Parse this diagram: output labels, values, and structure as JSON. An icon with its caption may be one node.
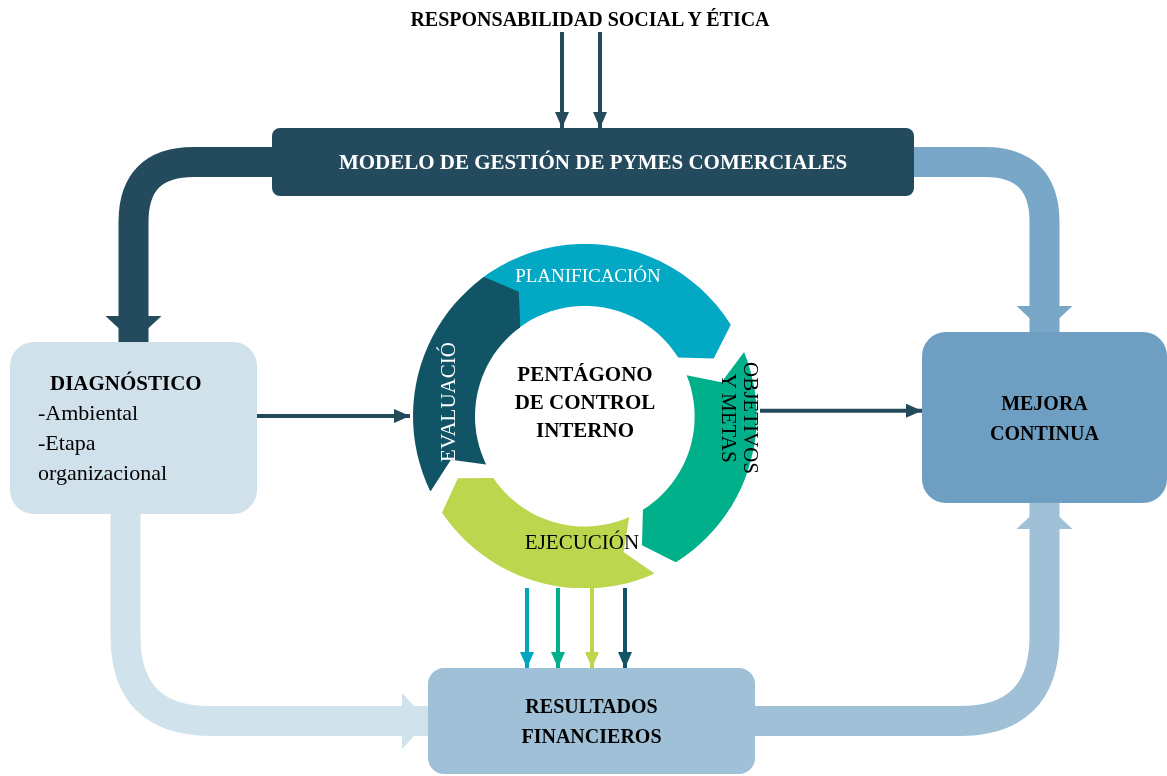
{
  "diagram": {
    "nodes": [
      {
        "text": [
          "RESPONSABILIDAD SOCIAL Y ÉTICA"
        ]
      },
      {
        "text": [
          "MODELO DE GESTIÓN DE PYMES COMERCIALES"
        ]
      },
      {
        "text": [
          "DIAGNÓSTICO",
          "-Ambiental",
          "-Etapa organizacional"
        ]
      },
      {
        "text": [
          "PENTÁGONO DE CONTROL INTERNO"
        ]
      },
      {
        "text": [
          "PLANIFICACIÓN"
        ],
        "in": 3
      },
      {
        "text": [
          "OBJETIVOS Y METAS"
        ],
        "in": 3
      },
      {
        "text": [
          "EJECUCIÓN"
        ],
        "in": 3
      },
      {
        "text": [
          "EVALUACIÓ"
        ],
        "in": 3
      },
      {
        "text": [
          "MEJORA CONTINUA"
        ]
      },
      {
        "text": [
          "RESULTADOS FINANCIEROS"
        ]
      }
    ],
    "edges": [
      {
        "from": 0,
        "to": 1,
        "arrow": "to",
        "color": "#244a5e"
      },
      {
        "from": 0,
        "to": 1,
        "arrow": "to",
        "color": "#244a5e"
      },
      {
        "from": 1,
        "to": 2,
        "arrow": "to",
        "style": "thick",
        "color": "#244a5e"
      },
      {
        "from": 1,
        "to": 8,
        "arrow": "to",
        "style": "thick",
        "color": "#79a7c8"
      },
      {
        "from": 2,
        "to": 3,
        "arrow": "to",
        "color": "#244a5e"
      },
      {
        "from": 3,
        "to": 8,
        "arrow": "to",
        "color": "#244a5e"
      },
      {
        "from": 2,
        "to": 9,
        "arrow": "to",
        "style": "thick",
        "color": "#d0e2ec"
      },
      {
        "from": 9,
        "to": 8,
        "arrow": "to",
        "style": "thick",
        "color": "#9fc0d6"
      },
      {
        "from": 6,
        "to": 9,
        "arrow": "to",
        "color": "#00a6c0"
      },
      {
        "from": 6,
        "to": 9,
        "arrow": "to",
        "color": "#00b08a"
      },
      {
        "from": 6,
        "to": 9,
        "arrow": "to",
        "color": "#bcd64e"
      },
      {
        "from": 6,
        "to": 9,
        "arrow": "to",
        "color": "#115466"
      }
    ]
  }
}
